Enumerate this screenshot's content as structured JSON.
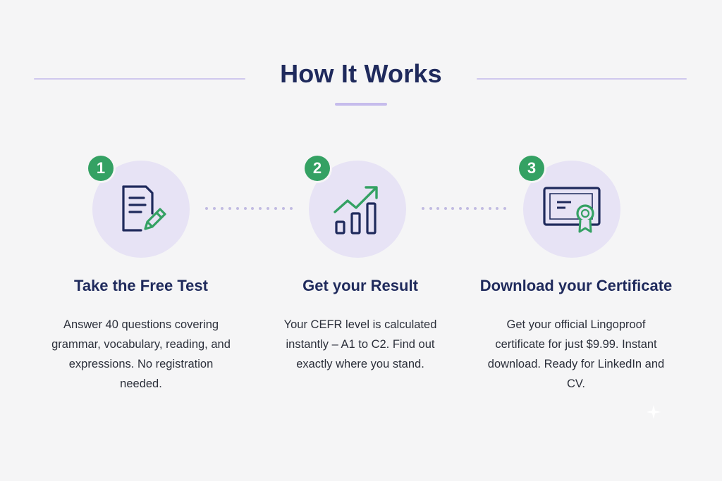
{
  "header": {
    "title": "How It Works"
  },
  "steps": [
    {
      "number": "1",
      "icon": "document-pencil-icon",
      "title": "Take the Free Test",
      "description": "Answer 40 questions covering grammar, vocabulary, reading, and expressions. No registration needed."
    },
    {
      "number": "2",
      "icon": "growth-chart-icon",
      "title": "Get your Result",
      "description": "Your CEFR level is calculated instantly – A1 to C2. Find out exactly where you stand."
    },
    {
      "number": "3",
      "icon": "certificate-icon",
      "title": "Download your Certificate",
      "description": "Get your official Lingoproof certificate for just $9.99. Instant download. Ready for LinkedIn and CV."
    }
  ],
  "colors": {
    "heading": "#1f2a5c",
    "accent_green": "#34a163",
    "circle_bg": "#e7e3f5",
    "rule": "#cfc8ee",
    "background": "#f5f5f6"
  }
}
